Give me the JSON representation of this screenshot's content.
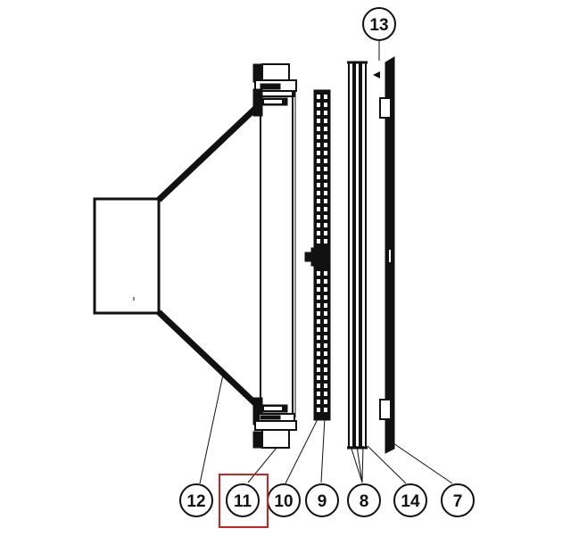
{
  "callouts": {
    "c13": "13",
    "c12": "12",
    "c11": "11",
    "c10": "10",
    "c9": "9",
    "c8": "8",
    "c14": "14",
    "c7": "7"
  },
  "highlight": {
    "target": "11",
    "color": "#cc2222"
  },
  "colors": {
    "ink": "#111111",
    "paper": "#ffffff"
  }
}
